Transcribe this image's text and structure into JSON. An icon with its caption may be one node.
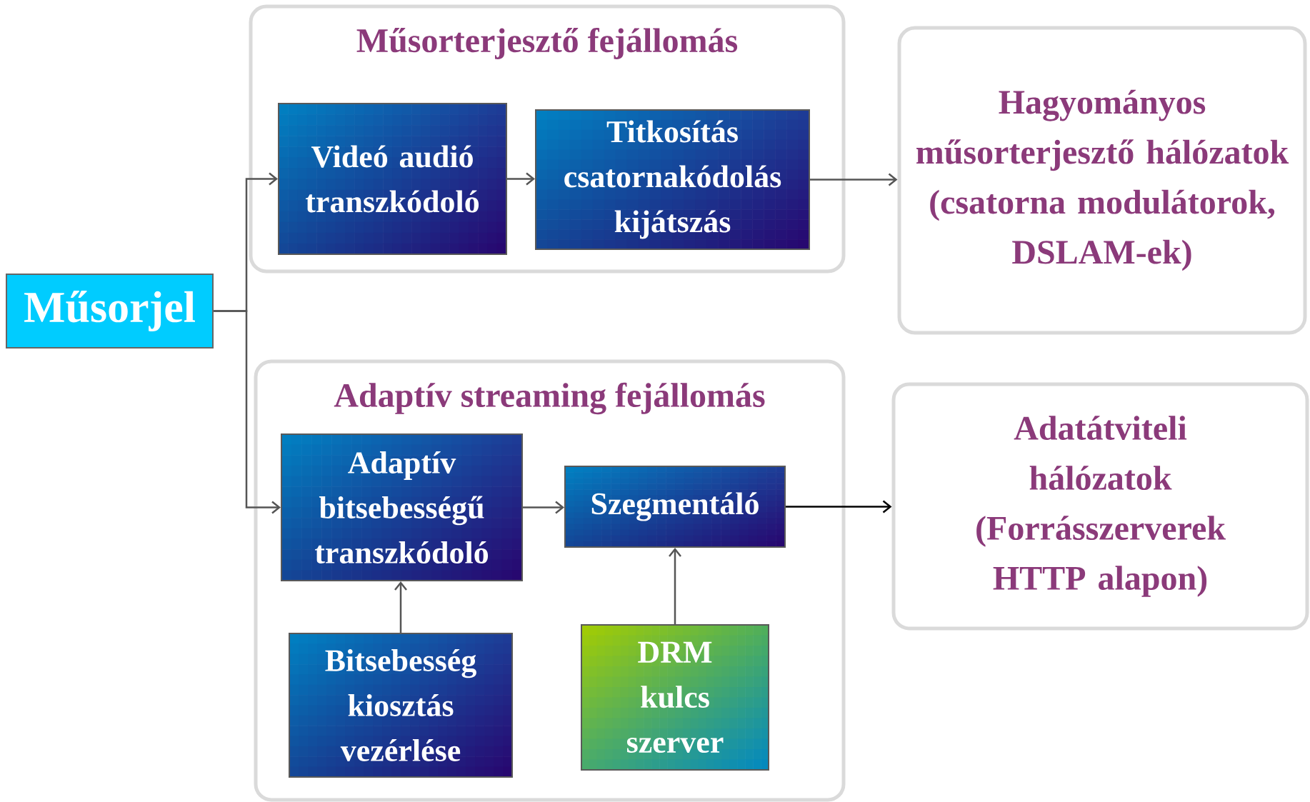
{
  "diagram": {
    "nodes": [
      {
        "text": [
          "Műsorjel"
        ]
      },
      {
        "text": [
          "Műsorterjesztő fejállomás"
        ]
      },
      {
        "text": [
          "Videó audió transzkódoló"
        ],
        "in": 1
      },
      {
        "text": [
          "Titkosítás csatornakódolás kijátszás"
        ],
        "in": 1
      },
      {
        "text": [
          "Hagyományos műsorterjesztő hálózatok (csatorna modulátorok, DSLAM-ek)"
        ]
      },
      {
        "text": [
          "Adaptív streaming fejállomás"
        ]
      },
      {
        "text": [
          "Adaptív bitsebességű transzkódoló"
        ],
        "in": 5
      },
      {
        "text": [
          "Szegmentáló"
        ],
        "in": 5
      },
      {
        "text": [
          "Bitsebesség kiosztás vezérlése"
        ],
        "in": 5
      },
      {
        "text": [
          "DRM kulcs szerver"
        ],
        "in": 5
      },
      {
        "text": [
          "Adatátviteli hálózatok (Forrásszerverek HTTP alapon)"
        ]
      }
    ],
    "edges": [
      {
        "from": 0,
        "to": 2,
        "arrow": "to"
      },
      {
        "from": 0,
        "to": 6,
        "arrow": "to"
      },
      {
        "from": 2,
        "to": 3,
        "arrow": "to"
      },
      {
        "from": 3,
        "to": 4,
        "arrow": "to"
      },
      {
        "from": 6,
        "to": 7,
        "arrow": "to"
      },
      {
        "from": 7,
        "to": 10,
        "arrow": "to",
        "color": "#000000"
      },
      {
        "from": 8,
        "to": 6,
        "arrow": "to"
      },
      {
        "from": 9,
        "to": 7,
        "arrow": "to"
      }
    ]
  }
}
